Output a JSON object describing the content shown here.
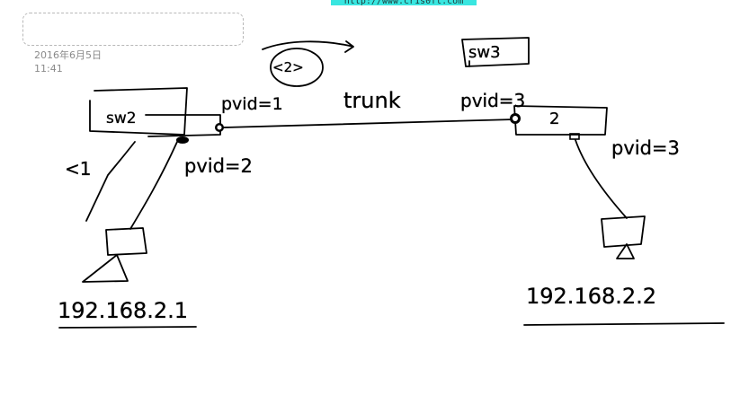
{
  "header": {
    "url_banner": "http://www.cr1s0ft.com"
  },
  "note": {
    "date": "2016年6月5日",
    "time": "11:41"
  },
  "diagram": {
    "left_switch_label": "sw2",
    "right_switch_label": "sw3",
    "right_switch_port_number": "2",
    "left_port_vlan_trunk": "pvid=1",
    "right_port_vlan_trunk": "pvid=3",
    "trunk_label": "trunk",
    "left_access_pvid": "pvid=2",
    "right_access_pvid": "pvid=3",
    "left_host_ip": "192.168.2.1",
    "right_host_ip": "192.168.2.2",
    "left_mark": "<1",
    "top_mark": "<2>"
  }
}
